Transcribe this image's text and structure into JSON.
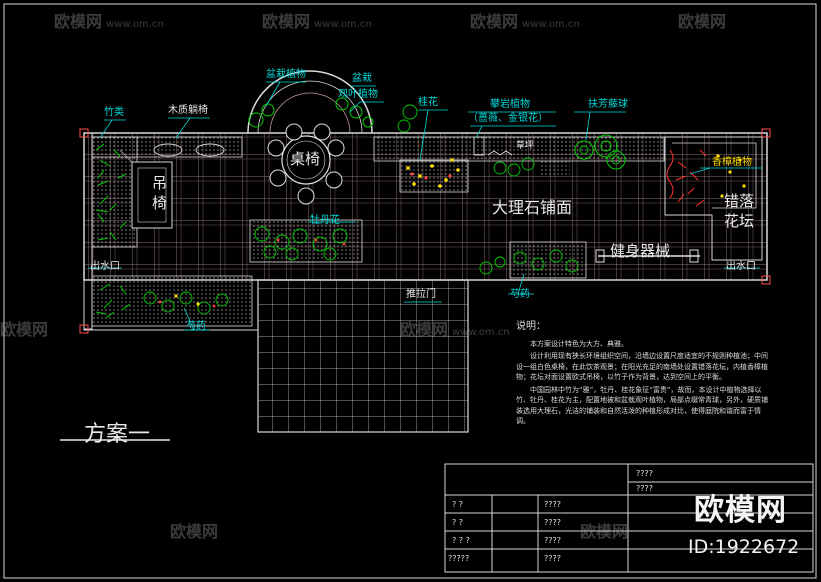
{
  "labels": {
    "bamboo": "竹类",
    "wooden_chair": "木质躺椅",
    "potted_plant": "盆栽植物",
    "potted_foliage_1": "盆栽",
    "potted_foliage_2": "观叶植物",
    "osmanthus": "桂花",
    "climbing_1": "攀岩植物",
    "climbing_2": "（蔷薇、金银花）",
    "fusang": "扶芳藤球",
    "table_chair": "桌椅",
    "lawn": "草坪",
    "hanging_chair_1": "吊",
    "hanging_chair_2": "椅",
    "marble": "大理石铺面",
    "fragrant_plant": "香樟植物",
    "stagger_1": "错落",
    "stagger_2": "花坛",
    "flowerbed": "牡丹花",
    "fitness": "健身器械",
    "drain_left": "出水口",
    "drain_right": "出水口",
    "peony_1": "芍药",
    "peony_2": "芍药",
    "sliding_door": "推拉门",
    "scheme": "方案一"
  },
  "notes": {
    "heading": "说明：",
    "p1": "本方案设计特色为大方、典雅。",
    "p2": "设计利用现有狭长环境组织空间，沿墙边设置尺度适宜的不规则种植池；中间设一组白色桌椅，在此饮茶观景；在阳光充足的南墙处设置错落花坛，内植香樟植物；花坛对面设置欧式吊椅，以竹子作为背景，达到空间上的平衡。",
    "p3": "中国园林中竹为“雅”，牡丹、桂花象征“富贵”，故而，本设计中植物选择以竹、牡丹、桂花为主，配置地被和盆栽观叶植物，局部点缀常青球，另外，硬质铺装选用大理石，光洁的铺装和自然活泼的种植形成对比，使得庭院和谐而富于情调。"
  },
  "title_block": {
    "r1": "????",
    "r2": "????",
    "c1": "?  ?",
    "c2": "????",
    "d1": "?  ?",
    "d2": "????",
    "e1": "? ? ?",
    "e2": "????",
    "f1": "?????",
    "f2": "????"
  },
  "watermark": {
    "logo": "欧模网",
    "url": "www.om.cn",
    "brand": "欧模网",
    "id": "ID:1922672"
  },
  "colors": {
    "background": "#000000",
    "annotation": "#00d8d8",
    "paving": "#c8a0a0",
    "plants": "#00cc00",
    "flowers": "#ffdd00",
    "hedge": "#e04040"
  }
}
